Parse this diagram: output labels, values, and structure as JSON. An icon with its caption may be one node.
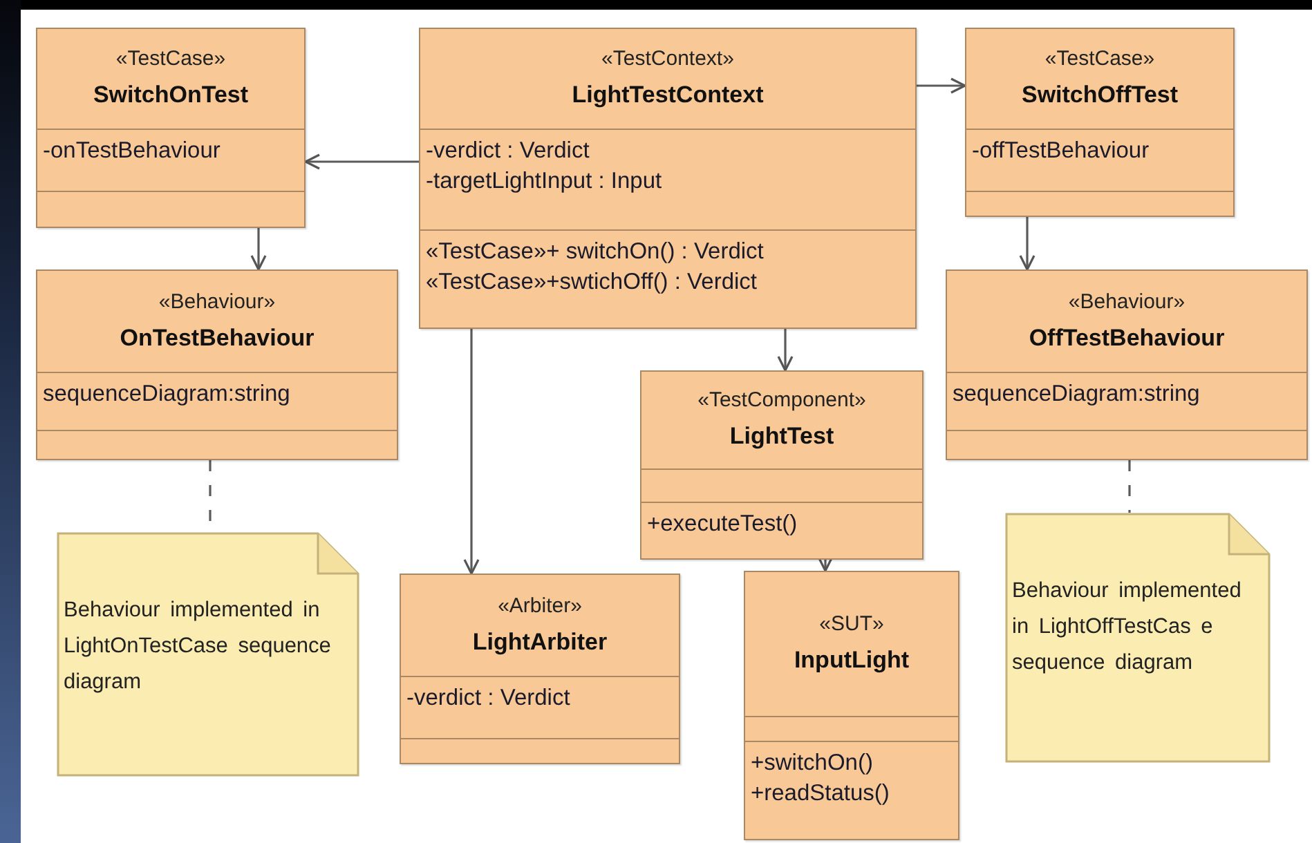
{
  "diagram": {
    "nodes": [
      {
        "text": [
          "«TestCase»",
          "SwitchOnTest",
          "-onTestBehaviour"
        ]
      },
      {
        "text": [
          "«TestContext»",
          "LightTestContext",
          "-verdict : Verdict",
          "-targetLightInput : Input",
          "«TestCase»+ switchOn() : Verdict",
          "«TestCase»+swtichOff() : Verdict"
        ]
      },
      {
        "text": [
          "«TestCase»",
          "SwitchOffTest",
          "-offTestBehaviour"
        ]
      },
      {
        "text": [
          "«Behaviour»",
          "OnTestBehaviour",
          "sequenceDiagram:string"
        ]
      },
      {
        "text": [
          "«Behaviour»",
          "OffTestBehaviour",
          "sequenceDiagram:string"
        ]
      },
      {
        "text": [
          "«TestComponent»",
          "LightTest",
          "+executeTest()"
        ]
      },
      {
        "text": [
          "Behaviour implemented in LightOnTestCase sequence diagram"
        ]
      },
      {
        "text": [
          "«Arbiter»",
          "LightArbiter",
          "-verdict : Verdict"
        ]
      },
      {
        "text": [
          "«SUT»",
          "InputLight",
          "+switchOn()",
          "+readStatus()"
        ]
      },
      {
        "text": [
          "Behaviour implemented in LightOffTestCas e sequence diagram"
        ]
      }
    ],
    "edges": [
      {
        "from": 1,
        "to": 0,
        "arrow": "to"
      },
      {
        "from": 1,
        "to": 2,
        "arrow": "to"
      },
      {
        "from": 0,
        "to": 3,
        "arrow": "to"
      },
      {
        "from": 2,
        "to": 4,
        "arrow": "to"
      },
      {
        "from": 1,
        "to": 5,
        "arrow": "to"
      },
      {
        "from": 1,
        "to": 7,
        "arrow": "to"
      },
      {
        "from": 5,
        "to": 8,
        "arrow": "to"
      },
      {
        "from": 3,
        "to": 6,
        "arrow": "none",
        "style": "dashed"
      },
      {
        "from": 4,
        "to": 9,
        "arrow": "none",
        "style": "dashed"
      }
    ]
  }
}
